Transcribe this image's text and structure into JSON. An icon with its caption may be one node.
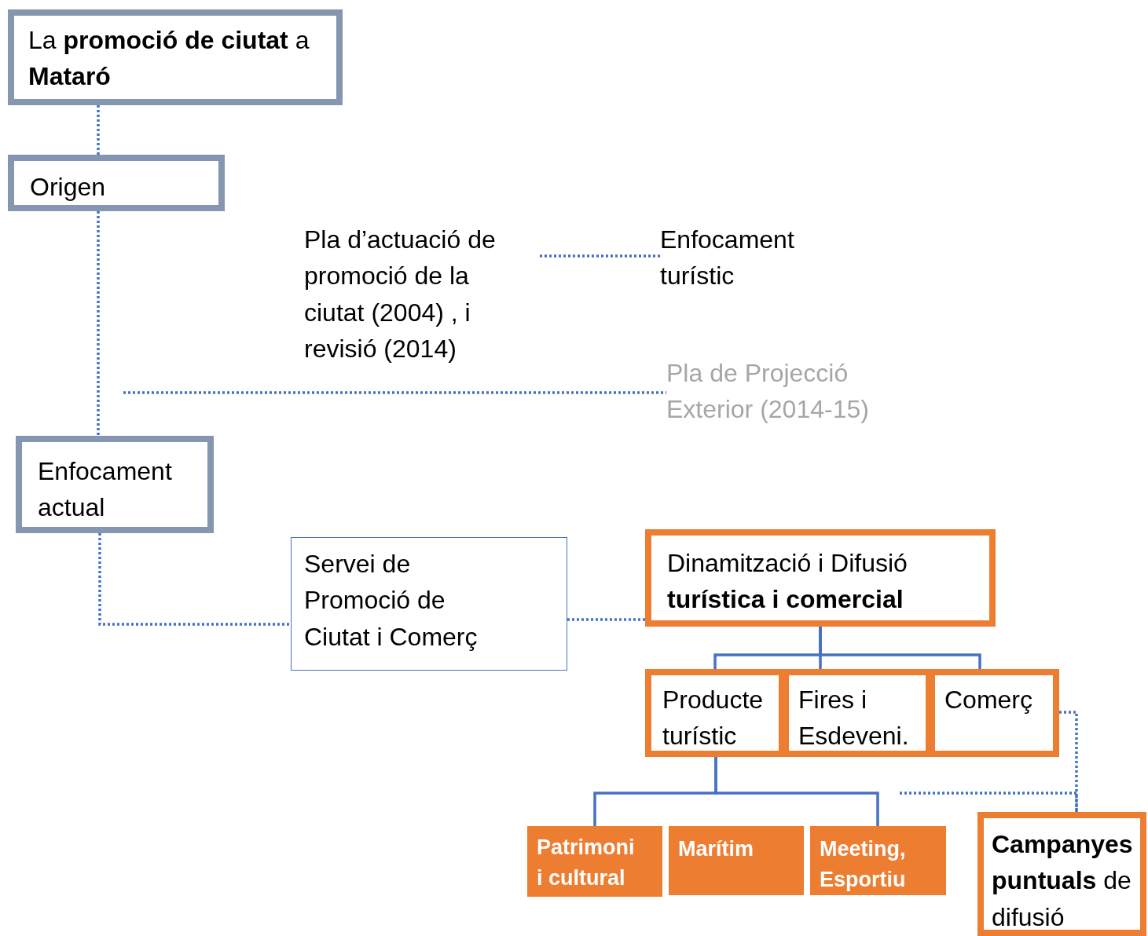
{
  "diagram": {
    "nodes": [
      {
        "text": [
          "La **promoció de ciutat** a **Mataró**"
        ]
      },
      {
        "text": [
          "Origen"
        ]
      },
      {
        "text": [
          "Pla d’actuació de promoció de la ciutat (2004) ,  i revisió (2014)"
        ]
      },
      {
        "text": [
          "Enfocament turístic"
        ]
      },
      {
        "text": [
          "Pla de Projecció Exterior (2014-15)"
        ]
      },
      {
        "text": [
          "Enfocament actual"
        ]
      },
      {
        "text": [
          "Servei de Promoció de Ciutat i Comerç"
        ]
      },
      {
        "text": [
          "Dinamització i Difusió **turística i comercial**"
        ]
      },
      {
        "text": [
          "Producte turístic"
        ]
      },
      {
        "text": [
          "Fires i Esdeveni."
        ]
      },
      {
        "text": [
          "Comerç"
        ]
      },
      {
        "text": [
          "Patrimoni i cultural"
        ]
      },
      {
        "text": [
          "Marítim"
        ]
      },
      {
        "text": [
          "Meeting, Esportiu"
        ]
      },
      {
        "text": [
          "**Campanyes puntuals** de difusió"
        ]
      }
    ],
    "edges": [
      {
        "from": 0,
        "to": 1,
        "arrow": "none",
        "style": "dashed"
      },
      {
        "from": 1,
        "to": 5,
        "arrow": "none",
        "style": "dashed"
      },
      {
        "from": 2,
        "to": 3,
        "arrow": "none",
        "style": "dashed"
      },
      {
        "from": null,
        "to": 4,
        "arrow": "none",
        "style": "dashed"
      },
      {
        "from": 5,
        "to": 6,
        "arrow": "none",
        "style": "dashed"
      },
      {
        "from": 6,
        "to": 7,
        "arrow": "none",
        "style": "dashed"
      },
      {
        "from": 7,
        "to": 8,
        "arrow": "none"
      },
      {
        "from": 7,
        "to": 9,
        "arrow": "none"
      },
      {
        "from": 7,
        "to": 10,
        "arrow": "none"
      },
      {
        "from": 8,
        "to": 11,
        "arrow": "none"
      },
      {
        "from": 8,
        "to": 13,
        "arrow": "none"
      },
      {
        "from": 10,
        "to": 14,
        "arrow": "none",
        "style": "dashed"
      },
      {
        "from": null,
        "to": 14,
        "arrow": "none",
        "style": "dashed"
      }
    ]
  }
}
